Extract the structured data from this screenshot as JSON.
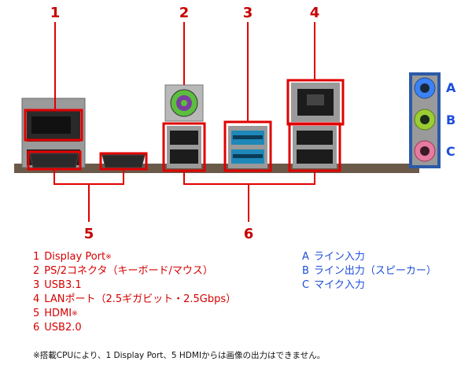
{
  "callouts": {
    "n1": "1",
    "n2": "2",
    "n3": "3",
    "n4": "4",
    "n5": "5",
    "n6": "6",
    "a": "A",
    "b": "B",
    "c": "C"
  },
  "legend_left": [
    {
      "num": "1",
      "text": "Display Port",
      "mark": "※"
    },
    {
      "num": "2",
      "text": "PS/2コネクタ（キーボード/マウス）",
      "mark": ""
    },
    {
      "num": "3",
      "text": "USB3.1",
      "mark": ""
    },
    {
      "num": "4",
      "text": "LANポート（2.5ギガビット・2.5Gbps）",
      "mark": ""
    },
    {
      "num": "5",
      "text": "HDMI",
      "mark": "※"
    },
    {
      "num": "6",
      "text": "USB2.0",
      "mark": ""
    }
  ],
  "legend_right": [
    {
      "num": "A",
      "text": "ライン入力"
    },
    {
      "num": "B",
      "text": "ライン出力（スピーカー）"
    },
    {
      "num": "C",
      "text": "マイク入力"
    }
  ],
  "footnote": "※搭載CPUにより、1 Display Port、5 HDMIからは画像の出力はできません。",
  "colors": {
    "highlight": "#e00000",
    "legend_red": "#d40000",
    "legend_blue": "#1d4ed8",
    "audio_blue": "#3b82f6",
    "audio_green": "#9acd32",
    "audio_pink": "#e67aa0"
  }
}
